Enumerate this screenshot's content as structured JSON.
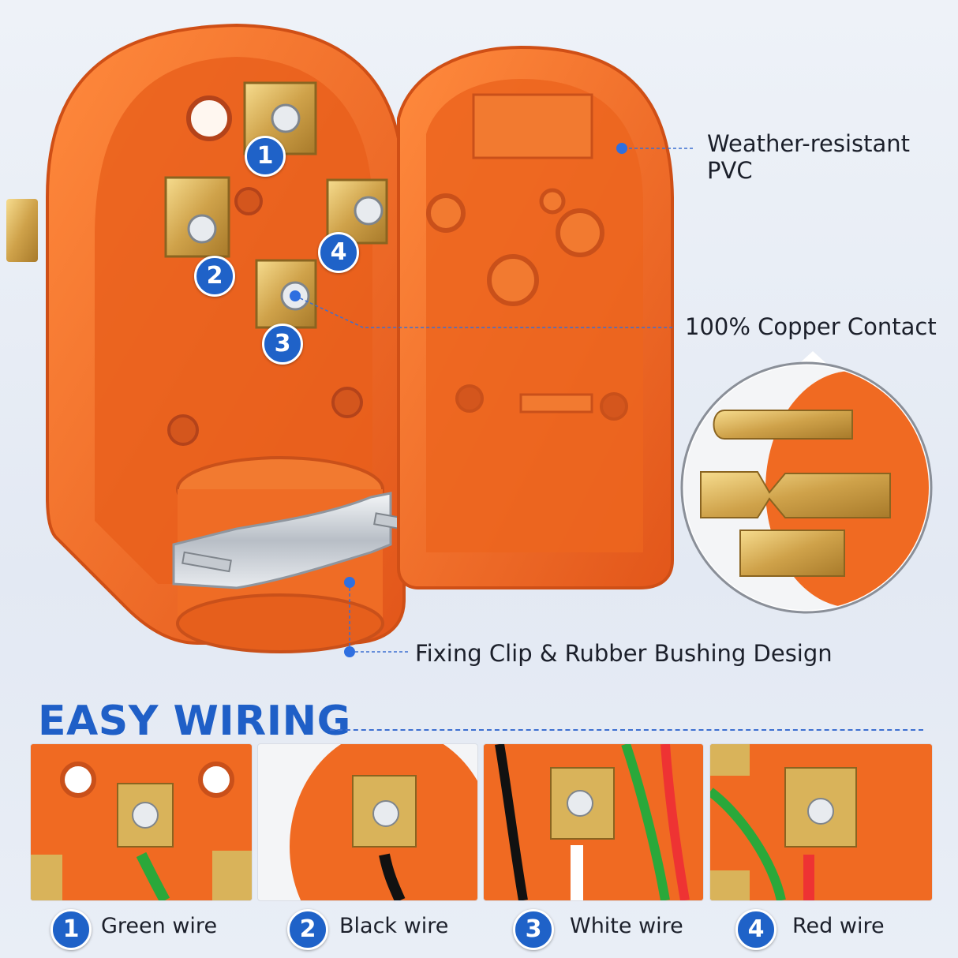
{
  "callouts": {
    "weather_line1": "Weather-resistant",
    "weather_line2": "PVC",
    "copper": "100% Copper Contact",
    "clip": "Fixing Clip & Rubber Bushing Design"
  },
  "terminal_numbers": [
    "1",
    "2",
    "3",
    "4"
  ],
  "section_title": "EASY WIRING",
  "steps": [
    {
      "number": "1",
      "label": "Green wire"
    },
    {
      "number": "2",
      "label": "Black wire"
    },
    {
      "number": "3",
      "label": "White wire"
    },
    {
      "number": "4",
      "label": "Red wire"
    }
  ],
  "colors": {
    "plug_orange": "#f06a22",
    "accent_blue": "#1f62c8",
    "brass": "#d9b35a"
  }
}
